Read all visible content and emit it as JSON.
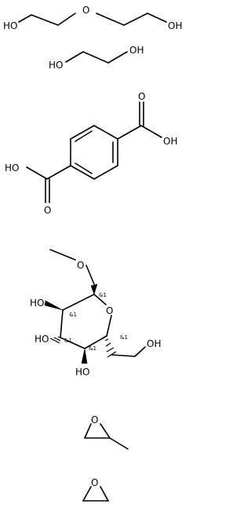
{
  "molecules": [
    {
      "id": "diethylene-glycol",
      "labels": {
        "oh_left": "HO",
        "o_center": "O",
        "oh_right": "OH"
      }
    },
    {
      "id": "ethylene-glycol",
      "labels": {
        "oh_left": "HO",
        "oh_right": "OH"
      }
    },
    {
      "id": "terephthalic-acid",
      "labels": {
        "o_top": "O",
        "oh_top": "OH",
        "o_bottom": "O",
        "oh_bottom": "HO"
      }
    },
    {
      "id": "methyl-glucoside",
      "labels": {
        "o_methoxy": "O",
        "o_ring": "O",
        "oh_c2": "HO",
        "oh_c3": "HO",
        "oh_c4": "HO",
        "oh_c6": "OH",
        "stereo_1": "&1",
        "stereo_2": "&1",
        "stereo_3": "&1",
        "stereo_4": "&1",
        "stereo_5": "&1"
      }
    },
    {
      "id": "propylene-oxide",
      "labels": {
        "o": "O"
      }
    },
    {
      "id": "ethylene-oxide",
      "labels": {
        "o": "O"
      }
    }
  ]
}
